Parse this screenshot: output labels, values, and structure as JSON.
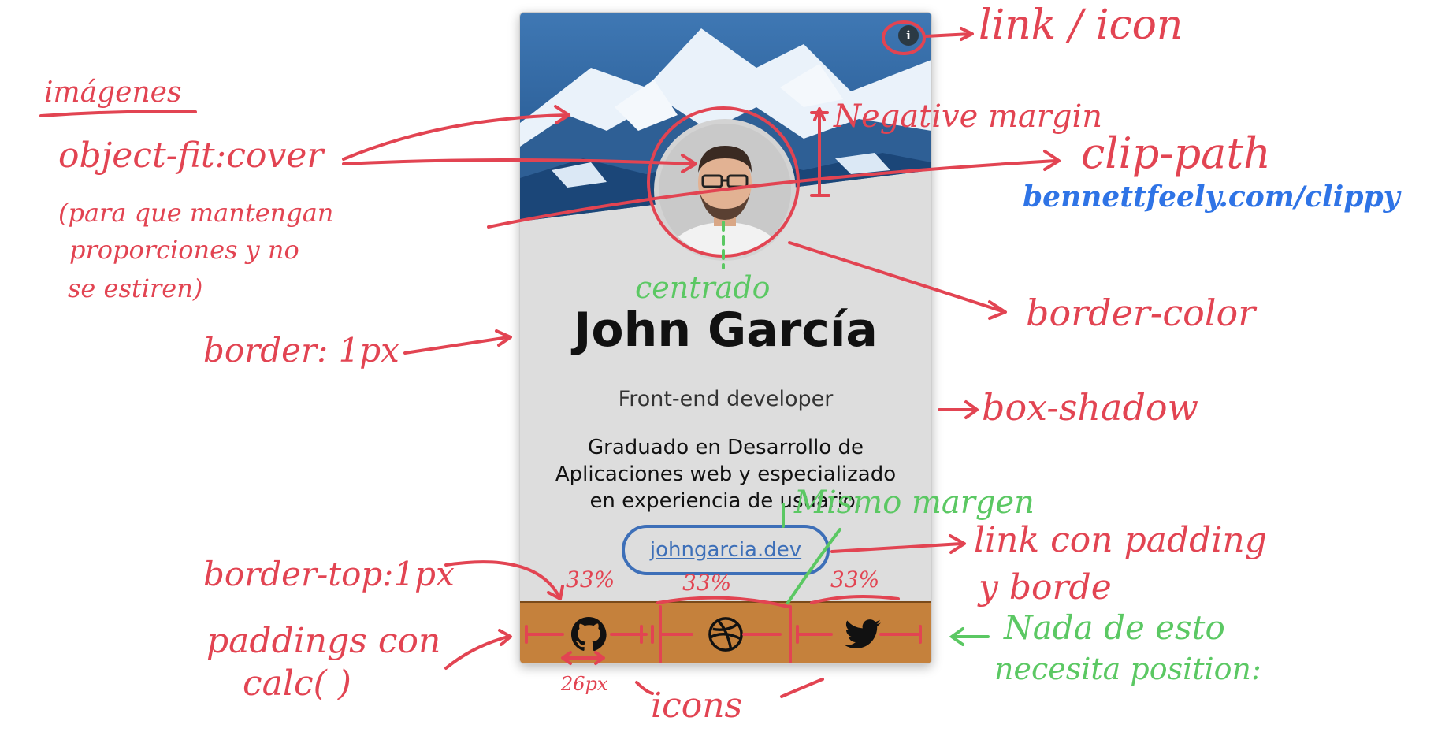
{
  "card": {
    "name": "John García",
    "role": "Front-end developer",
    "bio_lines": [
      "Graduado en Desarrollo de",
      "Aplicaciones web y especializado",
      "en experiencia de usuario."
    ],
    "link_text": "johngarcia.dev",
    "info_icon": "i",
    "social_icons": [
      "github-icon",
      "dribbble-icon",
      "twitter-icon"
    ],
    "colors": {
      "card_bg": "#dddddd",
      "footer_bg": "#c5813c",
      "link": "#3d6fb8",
      "annotation_red": "#e24452",
      "annotation_green": "#5bc863",
      "annotation_blue": "#2f74e6"
    }
  },
  "annotations": {
    "link_icon": "link / icon",
    "imagenes": "imágenes",
    "object_fit": "object-fit:cover",
    "object_fit_note": [
      "(para que mantengan",
      "proporciones y no",
      "se estiren)"
    ],
    "negative_margin": "Negative margin",
    "clip_path": "clip-path",
    "clippy_url": "bennettfeely.com/clippy",
    "centrado": "centrado",
    "border_color": "border-color",
    "border_1px": "border: 1px",
    "box_shadow": "box-shadow",
    "mismo_margen": "Mismo margen",
    "link_padding": [
      "link con padding",
      "y borde"
    ],
    "border_top": "border-top:1px",
    "paddings_calc": [
      "paddings con",
      "calc( )"
    ],
    "percent_1": "33%",
    "percent_2": "33%",
    "percent_3": "33%",
    "px_26": "26px",
    "icons": "icons",
    "nada_position": [
      "Nada de esto",
      "necesita position:"
    ]
  }
}
